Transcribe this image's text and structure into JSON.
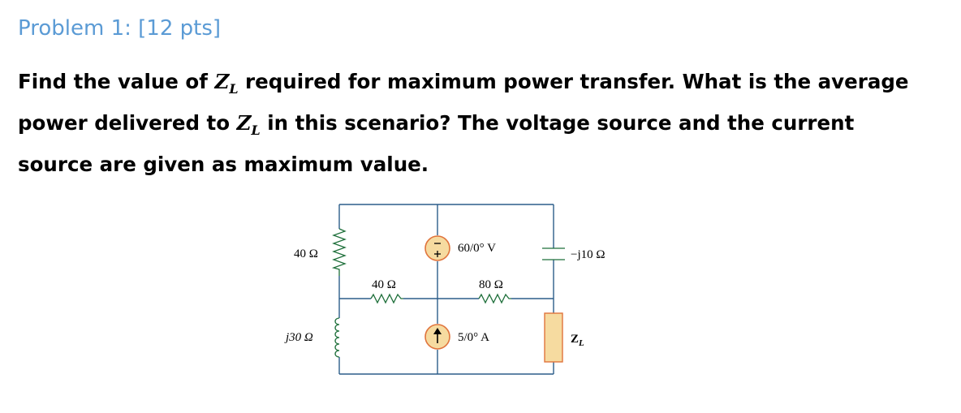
{
  "heading": "Problem 1: [12 pts]",
  "problem": {
    "text_1": "Find the value of ",
    "text_2": " required for maximum power transfer. What is the average power delivered to ",
    "text_3": " in this scenario? The voltage source and the current source are given as maximum value.",
    "zl_symbol": "Z",
    "zl_sub": "L"
  },
  "circuit": {
    "r_left_label": "40 Ω",
    "l_left_label": "j30 Ω",
    "r_mid_left_label": "40 Ω",
    "r_mid_right_label": "80 Ω",
    "vsource_label": "60/0° V",
    "isource_label": "5/0° A",
    "cap_label": "−j10 Ω",
    "load_label": "Z",
    "load_sub": "L"
  },
  "colors": {
    "heading": "#5b9bd5",
    "wire": "#2c5d8a",
    "component": "#1e6f3a",
    "source_fill": "#f6dba0",
    "source_ring": "#e0743c",
    "load_fill": "#f6dba0"
  }
}
